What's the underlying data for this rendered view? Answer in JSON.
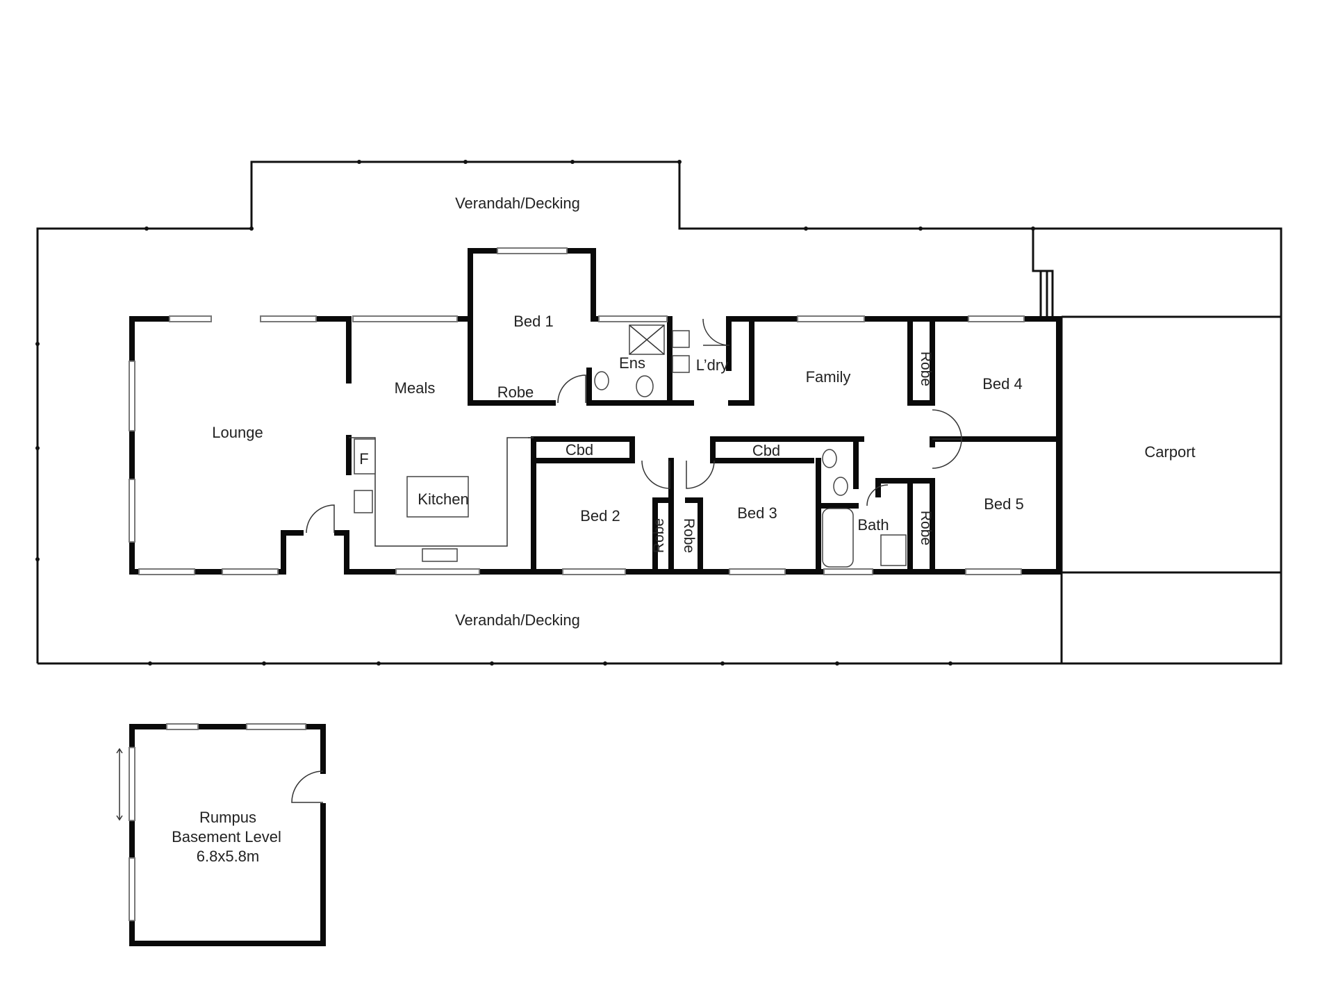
{
  "floorplan": {
    "rooms": {
      "verandah_top": "Verandah/Decking",
      "verandah_bottom": "Verandah/Decking",
      "bed1": "Bed 1",
      "robe1": "Robe",
      "ens": "Ens",
      "laundry": "L’dry",
      "meals": "Meals",
      "lounge": "Lounge",
      "kitchen": "Kitchen",
      "fridge": "F",
      "family": "Family",
      "robe4": "Robe",
      "bed4": "Bed 4",
      "carport": "Carport",
      "cbd2": "Cbd",
      "cbd3": "Cbd",
      "bed2": "Bed 2",
      "robe2": "Robe",
      "robe3": "Robe",
      "bed3": "Bed 3",
      "bath": "Bath",
      "robe5": "Robe",
      "bed5": "Bed 5"
    },
    "basement": {
      "line1": "Rumpus",
      "line2": "Basement Level",
      "line3": "6.8x5.8m"
    }
  }
}
